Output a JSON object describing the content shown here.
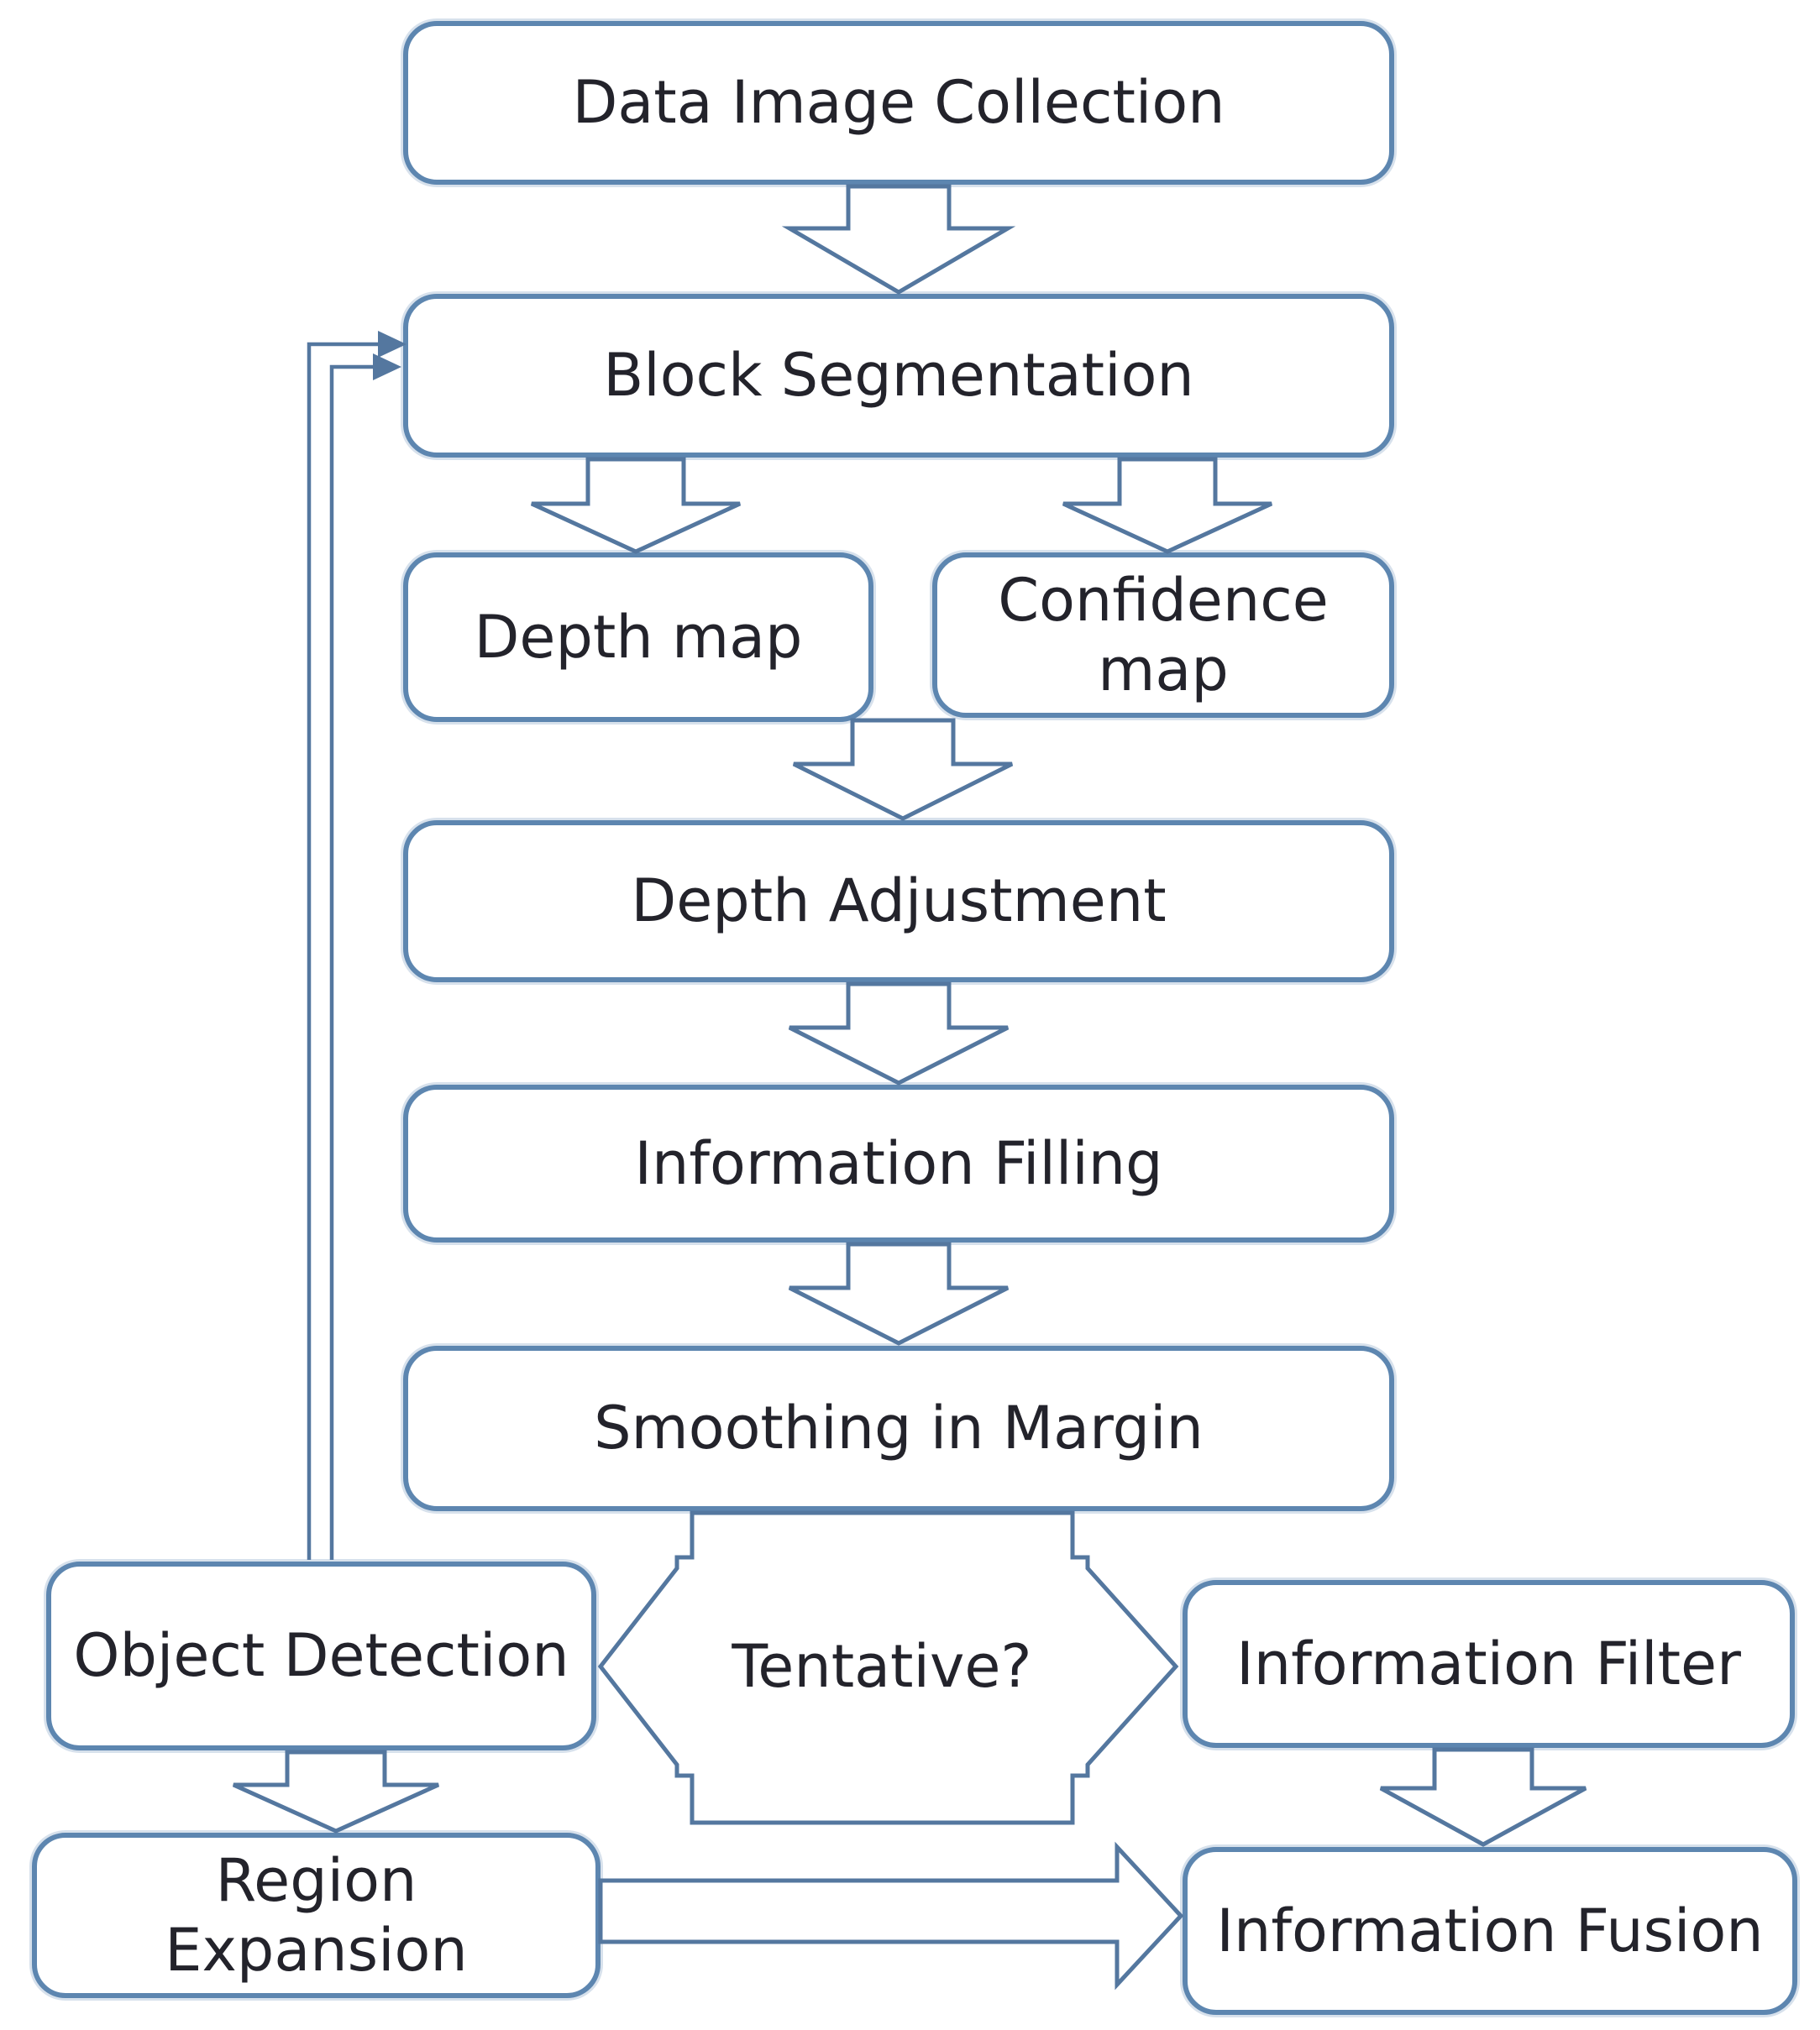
{
  "diagram": {
    "type": "flowchart",
    "labels": {
      "data_image_collection": "Data Image Collection",
      "block_segmentation": "Block Segmentation",
      "depth_map": "Depth map",
      "confidence_map": "Confidence map",
      "depth_adjustment": "Depth Adjustment",
      "information_filling": "Information Filling",
      "smoothing_in_margin": "Smoothing in Margin",
      "tentative": "Tentative?",
      "object_detection": "Object Detection",
      "information_filter": "Information Filter",
      "region_expansion": "Region Expansion",
      "information_fusion": "Information Fusion"
    },
    "edges": [
      {
        "from": "Data Image Collection",
        "to": "Block Segmentation"
      },
      {
        "from": "Block Segmentation",
        "to": "Depth map"
      },
      {
        "from": "Block Segmentation",
        "to": "Confidence map"
      },
      {
        "from": "Depth map",
        "to": "Depth Adjustment"
      },
      {
        "from": "Confidence map",
        "to": "Depth Adjustment"
      },
      {
        "from": "Depth Adjustment",
        "to": "Information Filling"
      },
      {
        "from": "Information Filling",
        "to": "Smoothing in Margin"
      },
      {
        "from": "Smoothing in Margin",
        "to": "Tentative?"
      },
      {
        "from": "Tentative?",
        "to": "Object Detection"
      },
      {
        "from": "Tentative?",
        "to": "Information Filter"
      },
      {
        "from": "Object Detection",
        "to": "Block Segmentation"
      },
      {
        "from": "Object Detection",
        "to": "Region Expansion"
      },
      {
        "from": "Information Filter",
        "to": "Information Fusion"
      },
      {
        "from": "Region Expansion",
        "to": "Information Fusion"
      }
    ],
    "colors": {
      "stroke": "#5d86b0",
      "stroke_dark": "#54779f",
      "text": "#23232b",
      "background": "#ffffff"
    }
  }
}
